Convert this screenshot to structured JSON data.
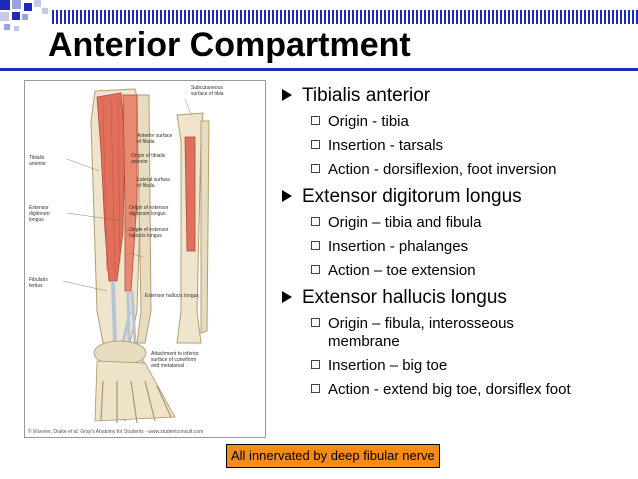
{
  "slide": {
    "title": "Anterior Compartment",
    "accent_color": "#1d2bb8",
    "note_color": "#f58b18"
  },
  "figure": {
    "labels": {
      "subcutaneous": "Subcutaneous\nsurface of tibia",
      "anterior_surface": "Anterior surface\nof fibula",
      "tibialis": "Tibialis\nanterior",
      "origin_tibialis": "Origin of tibialis\nanterior",
      "lateral_surface": "Lateral surface\nof fibula",
      "extensor_dig": "Extensor\ndigitorum\nlongus",
      "origin_ext_dig": "Origin of extensor\ndigitorum longus",
      "origin_ext_hal": "Origin of extensor\nhallucis longus",
      "fibularis": "Fibularis\ntertius",
      "ext_hal_longus": "Extensor hallucis longus",
      "attachment": "Attachment to inferior\nsurface of cuneiform\nand metatarsal"
    },
    "credit": "© Elsevier. Drake et al: Gray's Anatomy for Students - www.studentconsult.com"
  },
  "bullets": [
    {
      "text": "Tibialis anterior",
      "items": [
        "Origin - tibia",
        "Insertion - tarsals",
        "Action - dorsiflexion, foot inversion"
      ]
    },
    {
      "text": "Extensor digitorum longus",
      "items": [
        "Origin – tibia and fibula",
        "Insertion - phalanges",
        "Action – toe extension"
      ]
    },
    {
      "text": "Extensor hallucis longus",
      "items": [
        "Origin – fibula, interosseous membrane",
        "Insertion – big toe",
        "Action - extend big toe, dorsiflex foot"
      ]
    }
  ],
  "note": "All innervated by deep fibular nerve"
}
